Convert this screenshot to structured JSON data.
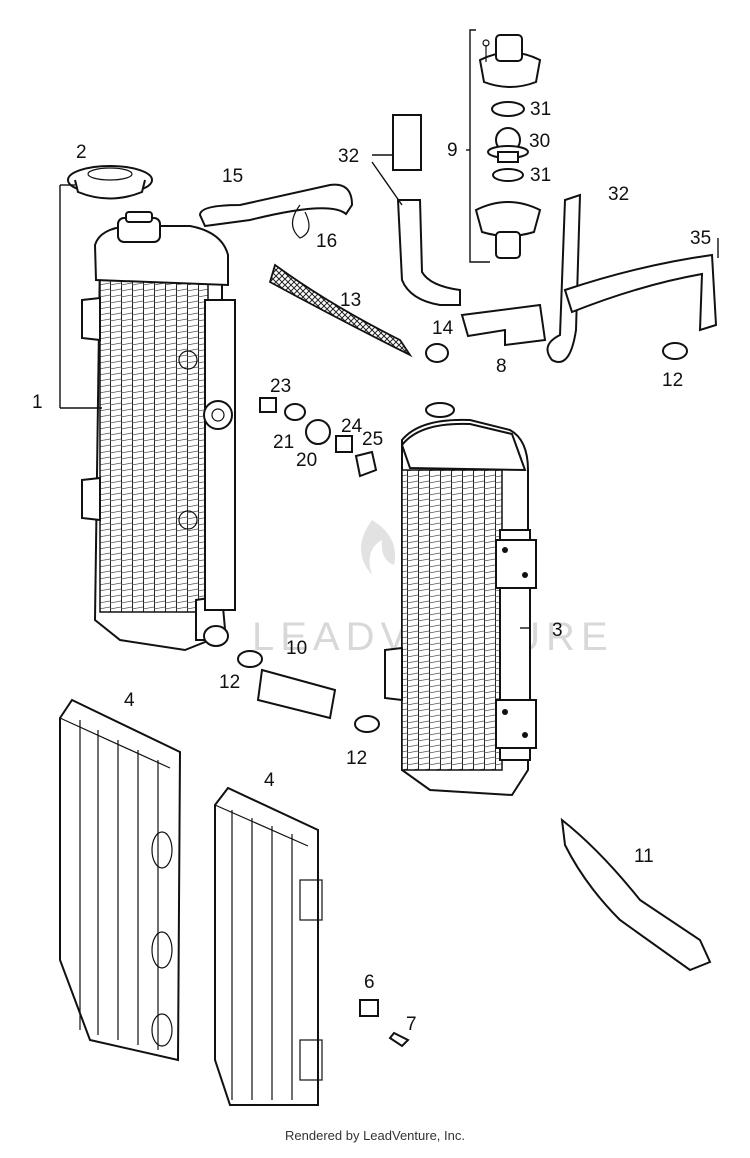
{
  "watermark": "LEADVENTURE",
  "footer": "Rendered by LeadVenture, Inc.",
  "callouts": {
    "c1": "1",
    "c2": "2",
    "c3": "3",
    "c4a": "4",
    "c4b": "4",
    "c6": "6",
    "c7": "7",
    "c8": "8",
    "c9": "9",
    "c10": "10",
    "c11": "11",
    "c12a": "12",
    "c12b": "12",
    "c12c": "12",
    "c13": "13",
    "c14": "14",
    "c15": "15",
    "c16": "16",
    "c20": "20",
    "c21": "21",
    "c23": "23",
    "c24": "24",
    "c25": "25",
    "c30": "30",
    "c31a": "31",
    "c31b": "31",
    "c32a": "32",
    "c32b": "32",
    "c35": "35"
  }
}
